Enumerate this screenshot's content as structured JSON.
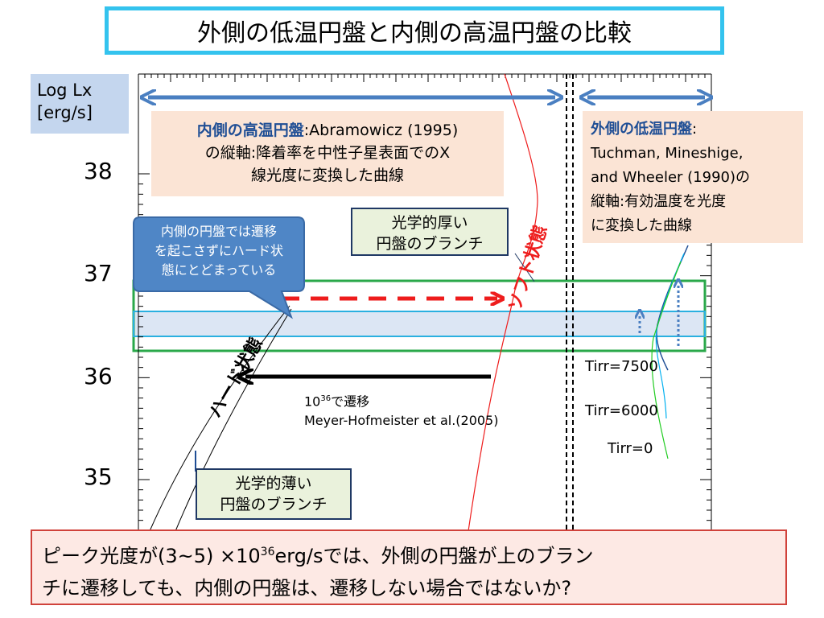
{
  "title": "外側の低温円盤と内側の高温円盤の比較",
  "y_axis_label": [
    "Log Lx",
    "[erg/s]"
  ],
  "inner_box": {
    "heading": "内側の高温円盤",
    "text1": ":Abramowicz (1995)",
    "text2": "の縦軸:降着率を中性子星表面でのX",
    "text3": "線光度に変換した曲線"
  },
  "outer_box": {
    "heading": "外側の低温円盤",
    "text1": ":",
    "text2": "Tuchman, Mineshige,",
    "text3": "and Wheeler (1990)の",
    "text4": "縦軸:有効温度を光度",
    "text5": "に変換した曲線"
  },
  "callout": [
    "内側の円盤では遷移",
    "を起こさずにハード状",
    "態にとどまっている"
  ],
  "thick_branch": [
    "光学的厚い",
    "円盤のブランチ"
  ],
  "thin_branch": [
    "光学的薄い",
    "円盤のブランチ"
  ],
  "soft_state": "ソフト状態",
  "hard_state": "ハード状態",
  "transition_note": {
    "prefix": "10",
    "exponent": "36",
    "suffix": "で遷移",
    "reference": "Meyer-Hofmeister et al.(2005)"
  },
  "tirr_labels": [
    "Tirr=7500",
    "Tirr=6000",
    "Tirr=0"
  ],
  "bottom_text": {
    "part1": "ピーク光度が(3~5) ×10",
    "exponent": "36",
    "part2": "erg/sでは、外側の円盤が上のブラン",
    "line2": "チに遷移しても、内側の円盤は、遷移しない場合ではないか?"
  },
  "chart_data": {
    "type": "line",
    "y_ticks": [
      "38",
      "37",
      "36",
      "35"
    ],
    "y_values": [
      38,
      37,
      36,
      35
    ],
    "ylim": [
      34.6,
      38.9
    ],
    "colors": {
      "inner_arrow": "#4a7fc1",
      "soft_line": "#ee1c1c",
      "band_green": "#2aa84a",
      "band_blue": "#2ab0e0",
      "band_fill": "#dce6f4",
      "tirr_7500": "#1f4e95",
      "tirr_6000": "#00b0f0",
      "tirr_0": "#22cc22"
    }
  }
}
